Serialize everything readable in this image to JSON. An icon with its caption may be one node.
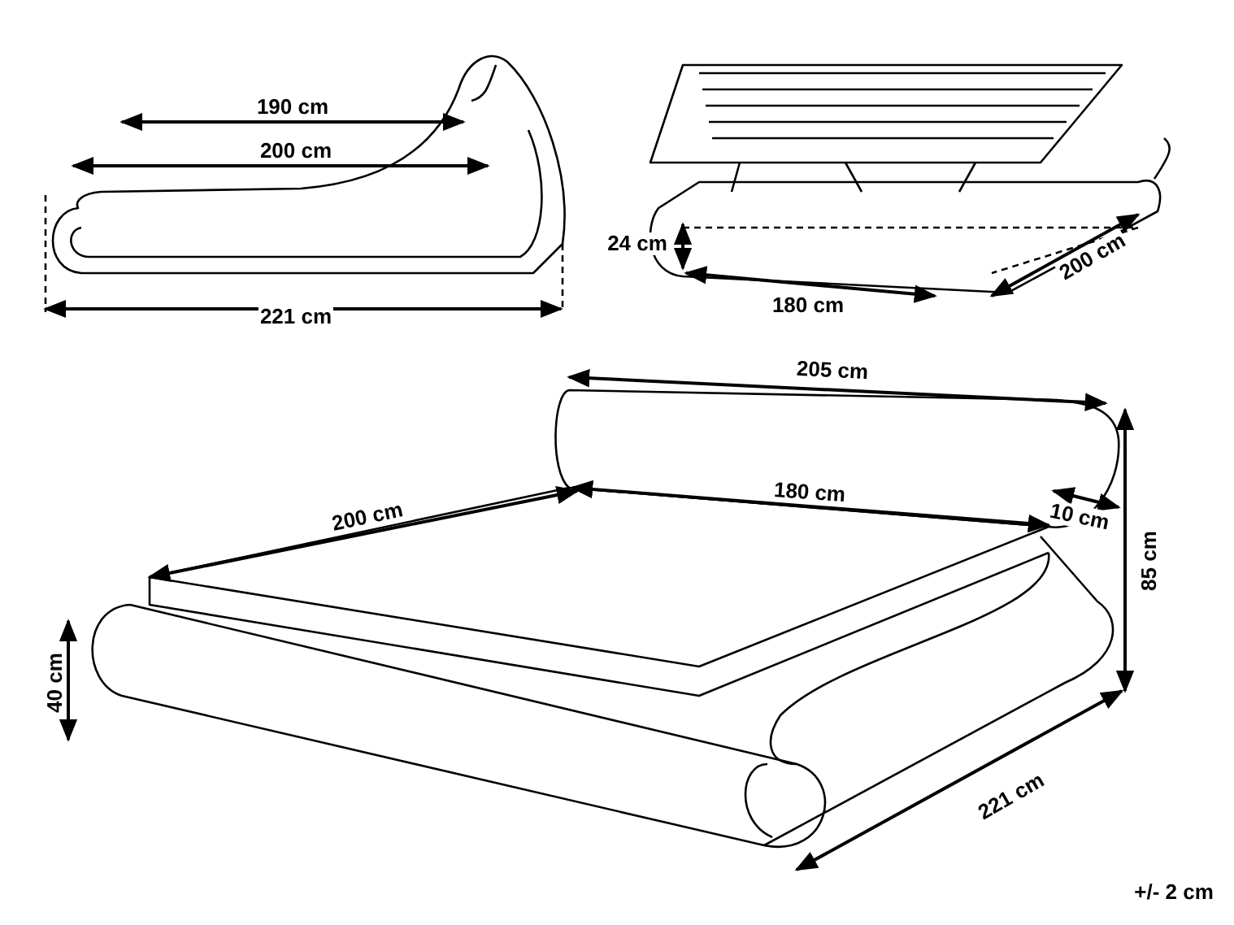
{
  "diagram": {
    "labels": [
      "190 cm",
      "200 cm",
      "221 cm",
      "24 cm",
      "180 cm",
      "200 cm",
      "205 cm",
      "200 cm",
      "180 cm",
      "10 cm",
      "85 cm",
      "40 cm",
      "221 cm",
      "+/- 2 cm"
    ]
  }
}
